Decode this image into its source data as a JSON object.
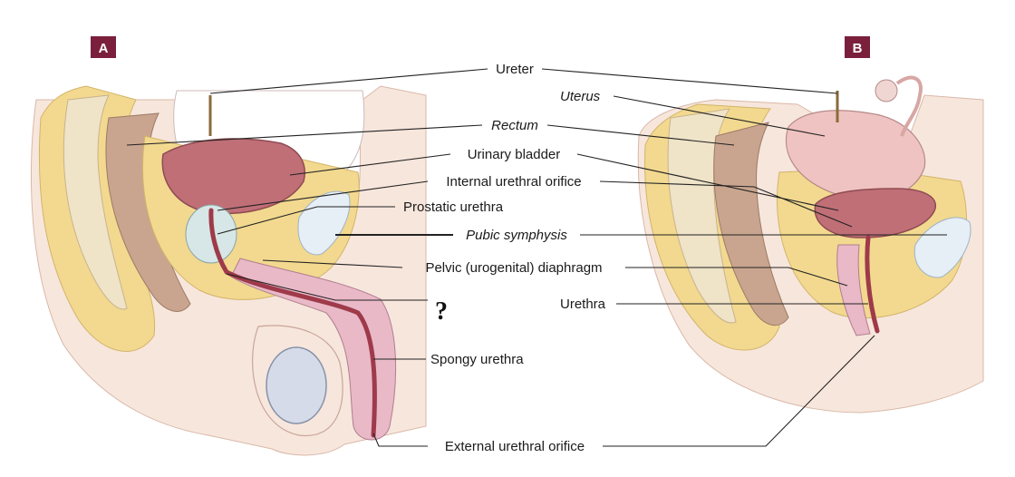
{
  "panels": {
    "a": "A",
    "b": "B"
  },
  "labels": {
    "ureter": "Ureter",
    "uterus": "Uterus",
    "rectum": "Rectum",
    "urinary_bladder": "Urinary bladder",
    "internal_urethral_orifice": "Internal urethral orifice",
    "prostatic_urethra": "Prostatic urethra",
    "pubic_symphysis": "Pubic symphysis",
    "pelvic_diaphragm": "Pelvic (urogenital) diaphragm",
    "unknown_marker": "?",
    "urethra": "Urethra",
    "spongy_urethra": "Spongy urethra",
    "external_urethral_orifice": "External urethral orifice"
  },
  "colors": {
    "panel_badge": "#7a1f3c",
    "fat_yellow": "#f1d98a",
    "bladder_pink": "#c8737a",
    "tissue_pink": "#e8b7b0",
    "skin": "#f6e1d6",
    "bone_blue": "#dde9f3"
  }
}
